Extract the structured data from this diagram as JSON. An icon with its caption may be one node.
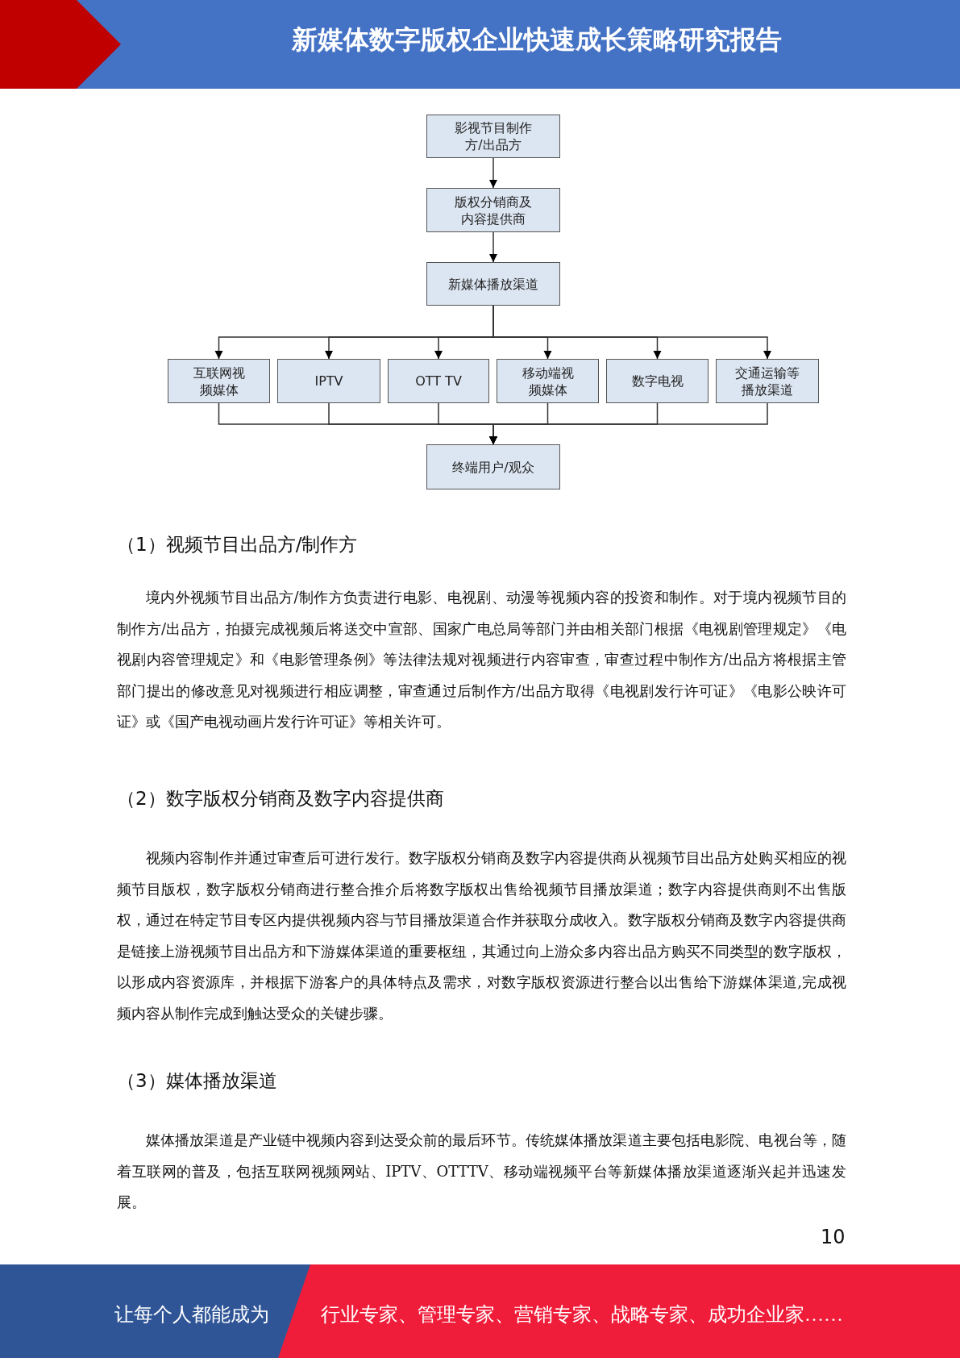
{
  "diagram": {
    "title": "新媒体数字版权企业快速成长策略研究报告",
    "nodes": [
      {
        "text": [
          "影视节目制作方/出品方"
        ]
      },
      {
        "text": [
          "版权分销商及内容提供商"
        ]
      },
      {
        "text": [
          "新媒体播放渠道"
        ]
      },
      {
        "text": [
          "互联网视频媒体"
        ]
      },
      {
        "text": [
          "IPTV"
        ]
      },
      {
        "text": [
          "OTT TV"
        ]
      },
      {
        "text": [
          "移动端视频媒体"
        ]
      },
      {
        "text": [
          "数字电视"
        ]
      },
      {
        "text": [
          "交通运输等播放渠道"
        ]
      },
      {
        "text": [
          "终端用户/观众"
        ]
      }
    ],
    "edges": [
      {
        "from": 0,
        "to": 1,
        "arrow": "to"
      },
      {
        "from": 1,
        "to": 2,
        "arrow": "to"
      },
      {
        "from": 2,
        "to": 3,
        "arrow": "to"
      },
      {
        "from": 2,
        "to": 4,
        "arrow": "to"
      },
      {
        "from": 2,
        "to": 5,
        "arrow": "to"
      },
      {
        "from": 2,
        "to": 6,
        "arrow": "to"
      },
      {
        "from": 2,
        "to": 7,
        "arrow": "to"
      },
      {
        "from": 2,
        "to": 8,
        "arrow": "to"
      },
      {
        "from": 3,
        "to": 9,
        "arrow": "to"
      },
      {
        "from": 4,
        "to": 9,
        "arrow": "to"
      },
      {
        "from": 5,
        "to": 9,
        "arrow": "to"
      },
      {
        "from": 6,
        "to": 9,
        "arrow": "to"
      },
      {
        "from": 7,
        "to": 9,
        "arrow": "to"
      },
      {
        "from": 8,
        "to": 9,
        "arrow": "to"
      }
    ],
    "labels": [
      "（1）视频节目出品方/制作方",
      "境内外视频节目出品方/制作方负责进行电影、电视剧、动漫等视频内容的投资和制作。对于境内视频节目的制作方/出品方，拍摄完成视频后将送交中宣部、国家广电总局等部门并由相关部门根据《电视剧管理规定》《电视剧内容管理规定》和《电影管理条例》等法律法规对视频进行内容审查，审查过程中制作方/出品方将根据主管部门提出的修改意见对视频进行相应调整，审查通过后制作方/出品方取得《电视剧发行许可证》《电影公映许可证》或《国产电视动画片发行许可证》等相关许可。",
      "（2）数字版权分销商及数字内容提供商",
      "视频内容制作并通过审查后可进行发行。数字版权分销商及数字内容提供商从视频节目出品方处购买相应的视频节目版权，数字版权分销商进行整合推介后将数字版权出售给视频节目播放渠道；数字内容提供商则不出售版权，通过在特定节目专区内提供视频内容与节目播放渠道合作并获取分成收入。数字版权分销商及数字内容提供商是链接上游视频节目出品方和下游媒体渠道的重要枢纽，其通过向上游众多内容出品方购买不同类型的数字版权，以形成内容资源库，并根据下游客户的具体特点及需求，对数字版权资源进行整合以出售给下游媒体渠道,完成视频内容从制作完成到触达受众的关键步骤。",
      "（3）媒体播放渠道",
      "媒体播放渠道是产业链中视频内容到达受众前的最后环节。传统媒体播放渠道主要包括电影院、电视台等，随着互联网的普及，包括互联网视频网站、IPTV、OTTTV、移动端视频平台等新媒体播放渠道逐渐兴起并迅速发展。",
      "10",
      "让每个人都能成为",
      "行业专家、管理专家、营销专家、战略专家、成功企业家……"
    ]
  }
}
